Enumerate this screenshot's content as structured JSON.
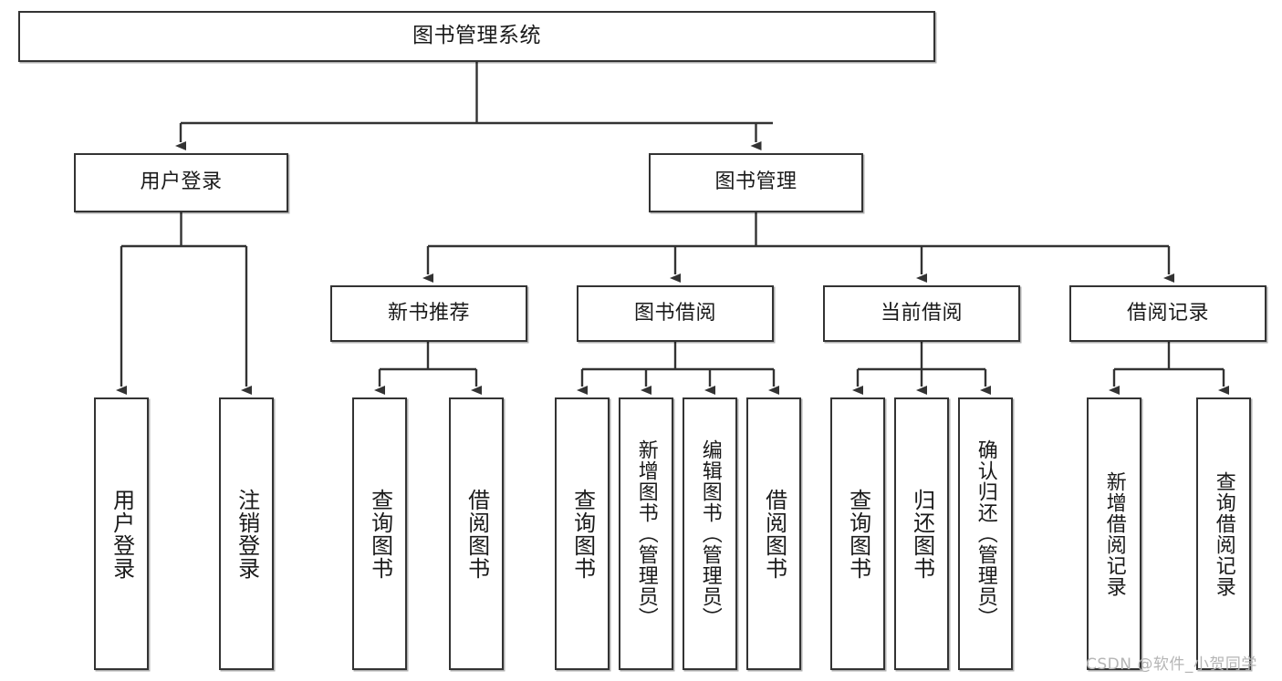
{
  "diagram": {
    "type": "tree-hierarchy",
    "title": "图书管理系统",
    "orientation": "top-down",
    "colors": {
      "box_border": "#333333",
      "box_fill": "#ffffff",
      "connector": "#333333",
      "background": "#ffffff",
      "watermark": "#b5b5b5"
    }
  },
  "root": {
    "label": "图书管理系统"
  },
  "level2": [
    {
      "label": "用户登录"
    },
    {
      "label": "图书管理"
    }
  ],
  "level3": [
    {
      "label": "新书推荐"
    },
    {
      "label": "图书借阅"
    },
    {
      "label": "当前借阅"
    },
    {
      "label": "借阅记录"
    }
  ],
  "leaves": {
    "user_login": [
      {
        "label": "用户登录"
      },
      {
        "label": "注销登录"
      }
    ],
    "new_book": [
      {
        "label": "查询图书"
      },
      {
        "label": "借阅图书"
      }
    ],
    "book_borrow": [
      {
        "label": "查询图书"
      },
      {
        "label": "新增图书（管理员）"
      },
      {
        "label": "编辑图书（管理员）"
      },
      {
        "label": "借阅图书"
      }
    ],
    "current_borrow": [
      {
        "label": "查询图书"
      },
      {
        "label": "归还图书"
      },
      {
        "label": "确认归还（管理员）"
      }
    ],
    "borrow_record": [
      {
        "label": "新增借阅记录"
      },
      {
        "label": "查询借阅记录"
      }
    ]
  },
  "watermark": {
    "text": "CSDN @软件_小贺同学"
  }
}
